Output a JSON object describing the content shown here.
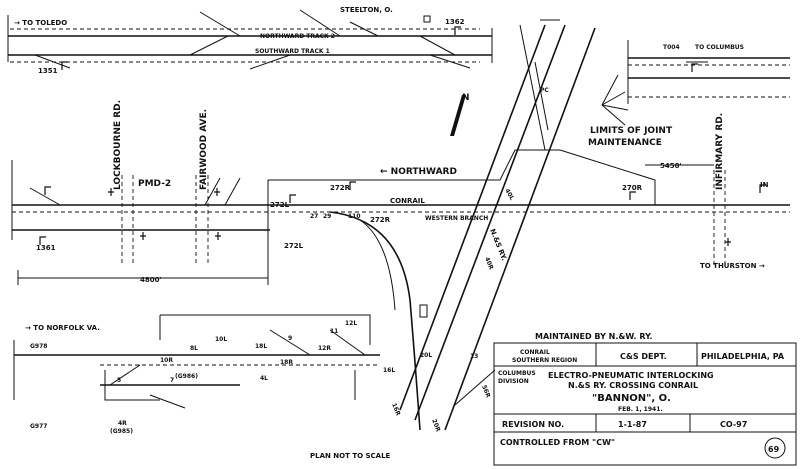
{
  "plan": {
    "destinations": {
      "toledo": "→ TO TOLEDO",
      "columbus": "TO COLUMBUS",
      "norfolk": "→ TO NORFOLK VA.",
      "thurston": "TO THURSTON →"
    },
    "places": {
      "steelton": "STEELTON, O.",
      "lockbourne": "LOCKBOURNE RD.",
      "fairwood": "FAIRWOOD AVE.",
      "infirmary": "INFIRMARY RD."
    },
    "tracks": {
      "northward_2": "NORTHWARD TRACK 2",
      "southward_1": "SOUTHWARD TRACK 1",
      "northward": "← NORTHWARD",
      "conrail": "CONRAIL",
      "western_branch": "WESTERN BRANCH",
      "nsry": "N.&S RY."
    },
    "joint_limits": "LIMITS OF JOINT\nMAINTENANCE",
    "distances": {
      "left": "4800'",
      "right": "5450'"
    },
    "labels": {
      "pmd2": "PMD-2",
      "t1362": "1362",
      "t1351": "1351",
      "t1361": "1361",
      "t004": "T004",
      "s272r_a": "272R",
      "s272r_b": "272R",
      "s272l_a": "272L",
      "s272l_b": "272L",
      "s270r": "270R",
      "s27": "27",
      "s29": "29",
      "s110": "110",
      "s40l": "40L",
      "s40r": "40R",
      "s10l": "10L",
      "s10r": "10R",
      "s8l": "8L",
      "s18l": "18L",
      "s18r": "18R",
      "s12r": "12R",
      "s12l": "12L",
      "s4l": "4L",
      "s4r": "4R",
      "s20l": "20L",
      "s20r": "20R",
      "s16l": "16L",
      "s16r": "16R",
      "s56r": "56R",
      "s13": "13",
      "g978": "G978",
      "g977": "G977",
      "g986": "(G986)",
      "g985": "(G985)",
      "s5": "5",
      "s7": "7",
      "s9": "9",
      "s11": "11"
    },
    "not_to_scale": "PLAN NOT TO SCALE"
  },
  "title_block": {
    "maintained_by": "MAINTAINED BY N.&W. RY.",
    "conrail_region": "CONRAIL\nSOUTHERN REGION",
    "dept": "C&S DEPT.",
    "city": "PHILADELPHIA, PA",
    "division": "COLUMBUS\nDIVISION",
    "description_1": "ELECTRO-PNEUMATIC INTERLOCKING",
    "description_2": "N.&S RY. CROSSING CONRAIL",
    "name": "\"BANNON\", O.",
    "date": "FEB. 1, 1941.",
    "revision_label": "REVISION NO.",
    "revision_value": "1-1-87",
    "drawing_no": "CO-97",
    "controlled_from": "CONTROLLED FROM \"CW\"",
    "sheet_no": "69"
  }
}
